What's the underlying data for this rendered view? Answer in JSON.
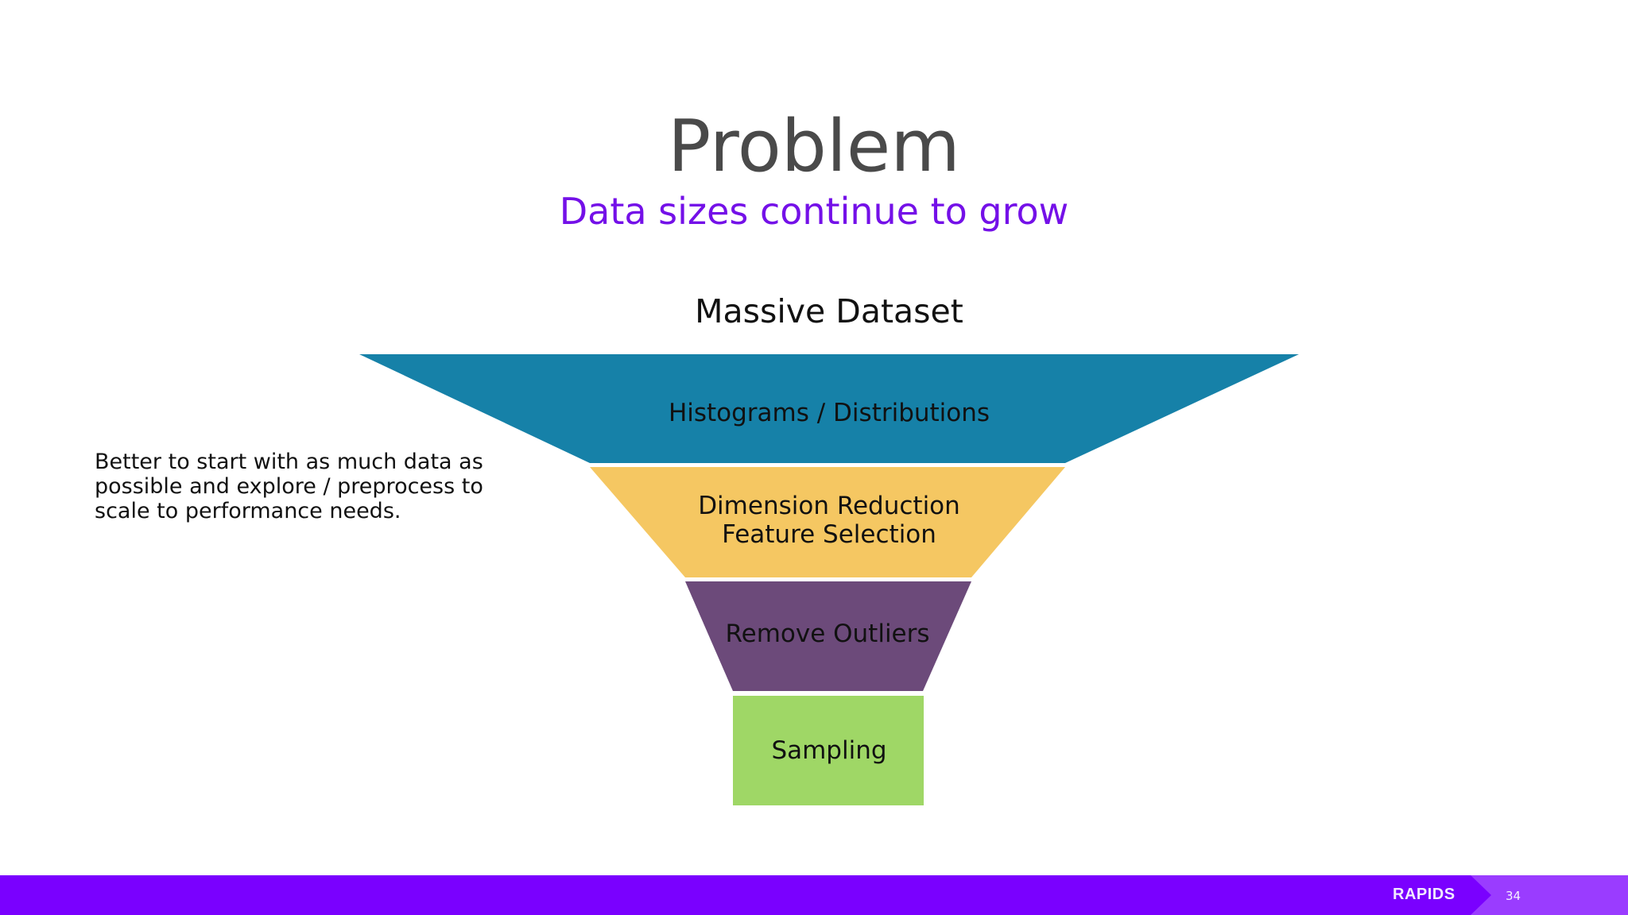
{
  "slide": {
    "title": "Problem",
    "subtitle": "Data sizes continue to grow",
    "side_note": "Better to start with as much data as possible and explore / preprocess to scale to performance needs."
  },
  "funnel": {
    "top_label": "Massive Dataset",
    "stages": [
      {
        "lines": [
          "Histograms / Distributions"
        ],
        "color": "#1681a8"
      },
      {
        "lines": [
          "Dimension Reduction",
          "Feature Selection"
        ],
        "color": "#f5c762"
      },
      {
        "lines": [
          "Remove Outliers"
        ],
        "color": "#6c4a7a"
      },
      {
        "lines": [
          "Sampling"
        ],
        "color": "#9fd766"
      }
    ]
  },
  "footer": {
    "logo": "RAPIDS",
    "page_number": "34",
    "color": "#7a00ff"
  }
}
